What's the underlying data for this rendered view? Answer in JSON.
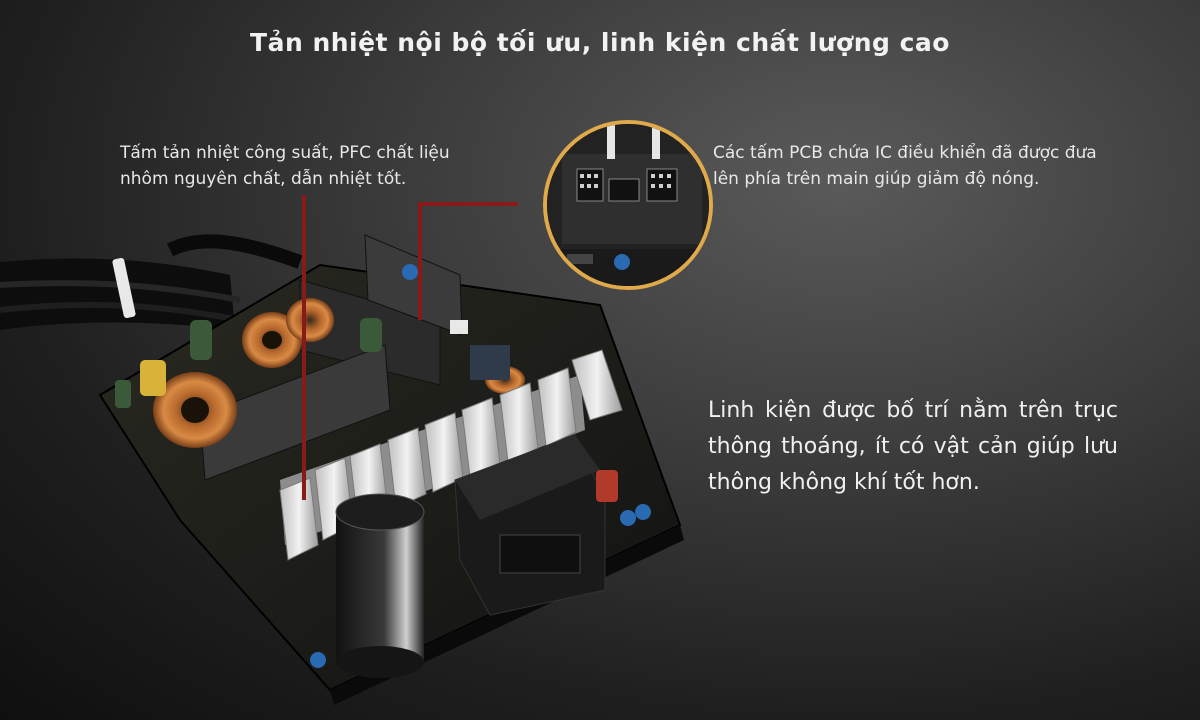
{
  "heading": "Tản nhiệt nội bộ tối ưu, linh kiện chất lượng cao",
  "callouts": {
    "heatsink": "Tấm tản nhiệt công suất, PFC chất liệu nhôm nguyên chất, dẫn nhiệt tốt.",
    "pcb": "Các tấm PCB chứa IC điều khiển đã được đưa lên phía trên main giúp giảm độ nóng.",
    "layout": "Linh kiện được bố trí nằm trên trục thông thoáng, ít có vật cản giúp lưu thông không khí tốt hơn."
  },
  "colors": {
    "inset_ring": "#e0a94a",
    "leader_line": "#8a1a1a"
  }
}
